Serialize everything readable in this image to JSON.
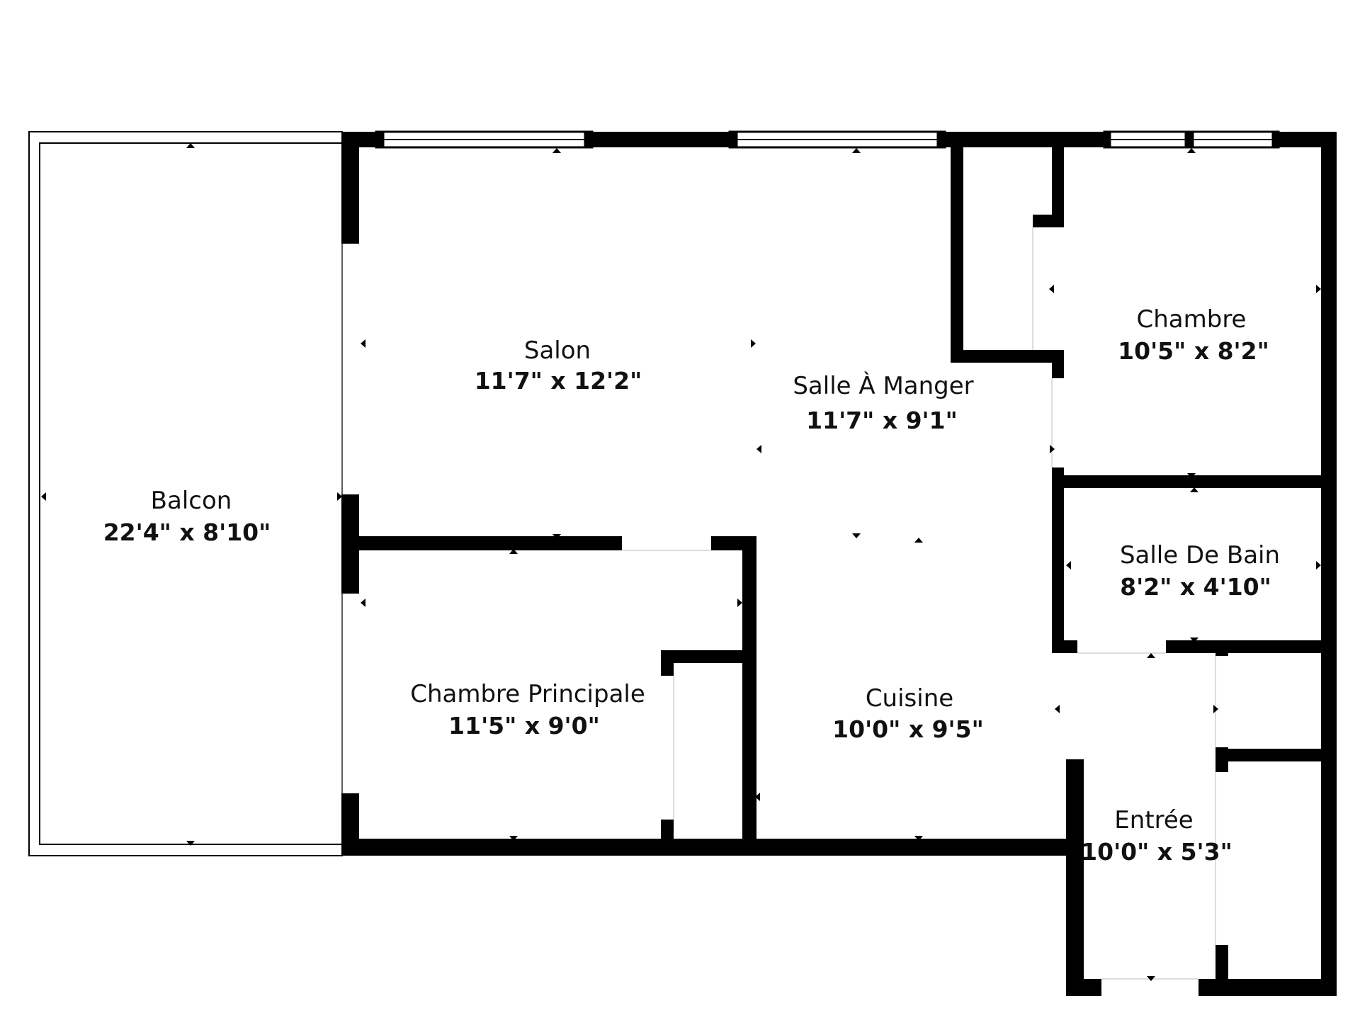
{
  "colors": {
    "wall": "#000000",
    "background": "#ffffff",
    "text": "#111111",
    "window_frame": "#000000"
  },
  "rooms": {
    "balcon": {
      "name": "Balcon",
      "dimensions": "22'4\" x 8'10\""
    },
    "salon": {
      "name": "Salon",
      "dimensions": "11'7\" x 12'2\""
    },
    "salle_a_manger": {
      "name": "Salle À Manger",
      "dimensions": "11'7\" x 9'1\""
    },
    "chambre": {
      "name": "Chambre",
      "dimensions": "10'5\" x 8'2\""
    },
    "salle_de_bain": {
      "name": "Salle De Bain",
      "dimensions": "8'2\" x 4'10\""
    },
    "chambre_principale": {
      "name": "Chambre Principale",
      "dimensions": "11'5\" x 9'0\""
    },
    "cuisine": {
      "name": "Cuisine",
      "dimensions": "10'0\" x 9'5\""
    },
    "entree": {
      "name": "Entrée",
      "dimensions": "10'0\" x 5'3\""
    }
  }
}
